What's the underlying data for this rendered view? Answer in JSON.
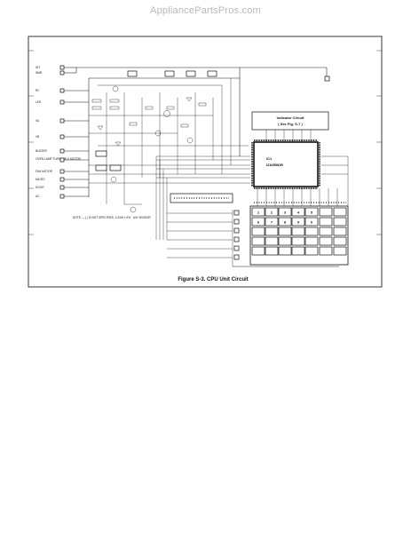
{
  "site_watermark": "AppliancePartsPros.com",
  "figure": {
    "caption": "Figure S-3. CPU Unit Circuit",
    "indicator_title": "Indicator Circuit",
    "indicator_ref": "( See Fig. S-7 )",
    "ic_name": "IC1",
    "ic_part": "IZA950DR"
  },
  "left_terminals": [
    "INT",
    "WAR",
    "RC",
    "LED",
    "VA",
    "VB",
    "BUZZER",
    "OVEN LAMP TURNTABLE MOTOR",
    "FAN MOTOR",
    "MICRO",
    "DOOR",
    "AC"
  ],
  "keypad": {
    "row1": [
      "1",
      "2",
      "3",
      "4",
      "5"
    ],
    "row2": [
      "6",
      "7",
      "8",
      "9",
      "0"
    ]
  },
  "notes": {
    "note_line": "NOTE — (    ) IS NOT SPECIFIED, 1/10W ± 5%",
    "sensor": "A/H SENSOR"
  }
}
